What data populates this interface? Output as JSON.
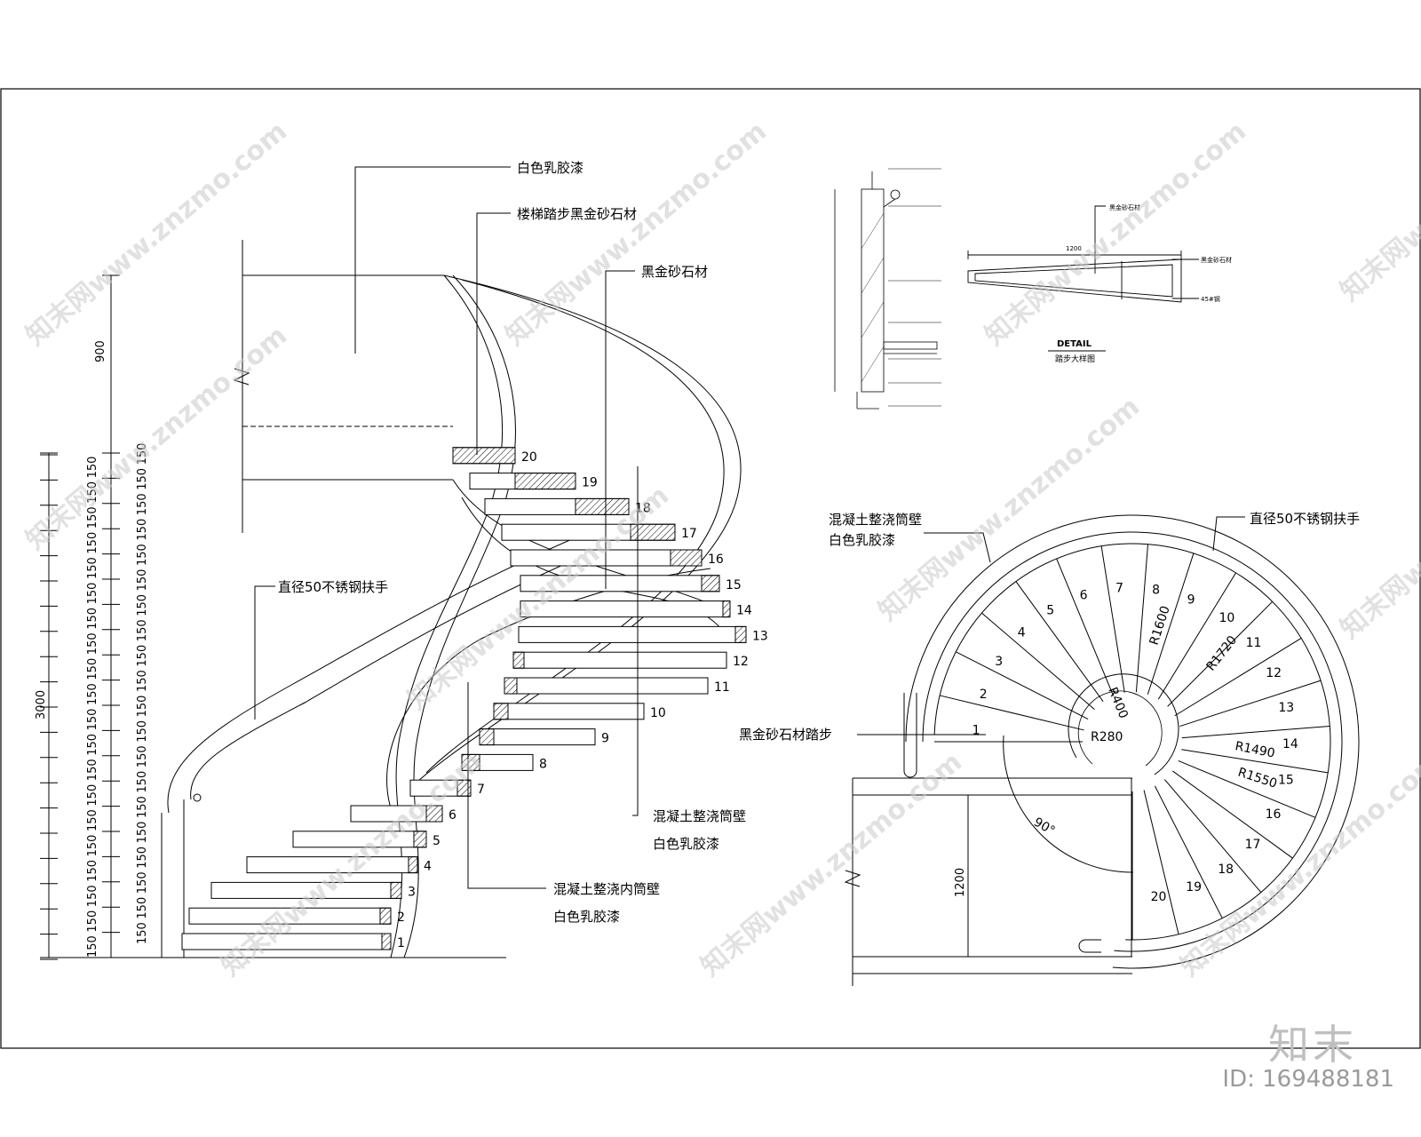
{
  "elevation": {
    "labels": {
      "white_latex_paint_top": "白色乳胶漆",
      "stair_tread_stone": "楼梯踏步黑金砂石材",
      "black_gold_stone": "黑金砂石材",
      "handrail": "直径50不锈钢扶手",
      "outer_wall_line1": "混凝土整浇筒壁",
      "outer_wall_line2": "白色乳胶漆",
      "inner_wall_line1": "混凝土整浇内筒壁",
      "inner_wall_line2": "白色乳胶漆"
    },
    "dims": {
      "total_height": "3000",
      "rail_height": "900",
      "riser_left": [
        "150",
        "150",
        "150",
        "150",
        "150",
        "150",
        "150",
        "150",
        "150",
        "150",
        "150",
        "150",
        "150",
        "150",
        "150",
        "150",
        "150",
        "150",
        "150",
        "150"
      ],
      "riser_right": [
        "150",
        "150",
        "150",
        "150",
        "150",
        "150",
        "150",
        "150",
        "150",
        "150",
        "150",
        "150",
        "150",
        "150",
        "150",
        "150",
        "150",
        "150",
        "150",
        "150"
      ]
    },
    "step_numbers": [
      "1",
      "2",
      "3",
      "4",
      "5",
      "6",
      "7",
      "8",
      "9",
      "10",
      "11",
      "12",
      "13",
      "14",
      "15",
      "16",
      "17",
      "18",
      "19",
      "20"
    ]
  },
  "plan": {
    "labels": {
      "wall_line1": "混凝土整浇筒壁",
      "wall_line2": "白色乳胶漆",
      "handrail": "直径50不锈钢扶手",
      "tread": "黑金砂石材踏步"
    },
    "radii": {
      "r400": "R400",
      "r280": "R280",
      "r1600": "R1600",
      "r1720": "R1720",
      "r1490": "R1490",
      "r1550": "R1550"
    },
    "angle": "90°",
    "landing_dim": "1200",
    "step_numbers": [
      "1",
      "2",
      "3",
      "4",
      "5",
      "6",
      "7",
      "8",
      "9",
      "10",
      "11",
      "12",
      "13",
      "14",
      "15",
      "16",
      "17",
      "18",
      "19",
      "20"
    ]
  },
  "detail": {
    "title": "DETAIL",
    "subtitle": "踏步大样图",
    "stone_top": "黑金砂石材",
    "stone_right": "黑金砂石材",
    "steel": "45#钢",
    "length": "1200"
  },
  "watermarks": {
    "site": "知末网www.znzmo.com"
  },
  "brand": {
    "logo": "知末",
    "id": "ID: 169488181"
  }
}
